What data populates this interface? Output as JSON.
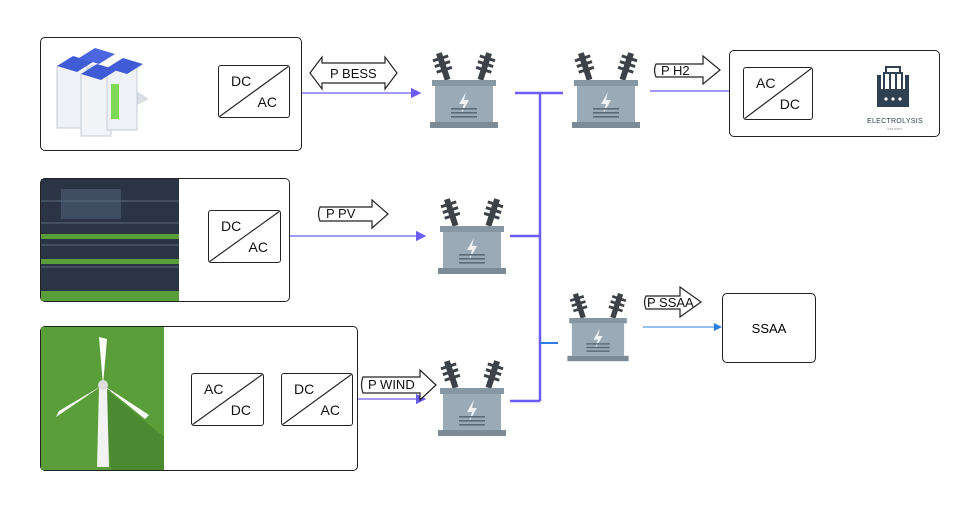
{
  "colors": {
    "bus": "#6a5cf5",
    "dc_arrow": "#e01b1b",
    "ssaa_line": "#2f7de1",
    "transformer": "#9aaab6",
    "bushing": "#3c4247",
    "panel": "#5a9e3a"
  },
  "bess": {
    "converter": {
      "top": "DC",
      "bottom": "AC"
    },
    "power_label": "P BESS",
    "icon": "battery-rack-icon"
  },
  "pv": {
    "converter": {
      "top": "DC",
      "bottom": "AC"
    },
    "power_label": "P PV",
    "icon": "solar-panels-image"
  },
  "wind": {
    "converter1": {
      "top": "AC",
      "bottom": "DC"
    },
    "converter2": {
      "top": "DC",
      "bottom": "AC"
    },
    "power_label": "P WIND",
    "icon": "wind-turbine-icon"
  },
  "h2": {
    "converter": {
      "top": "AC",
      "bottom": "DC"
    },
    "power_label": "P H2",
    "electrolysis_title": "ELECTROLYSIS",
    "electrolysis_sub": "INDUSTRY"
  },
  "ssaa": {
    "power_label": "P SSAA",
    "box_label": "SSAA"
  }
}
